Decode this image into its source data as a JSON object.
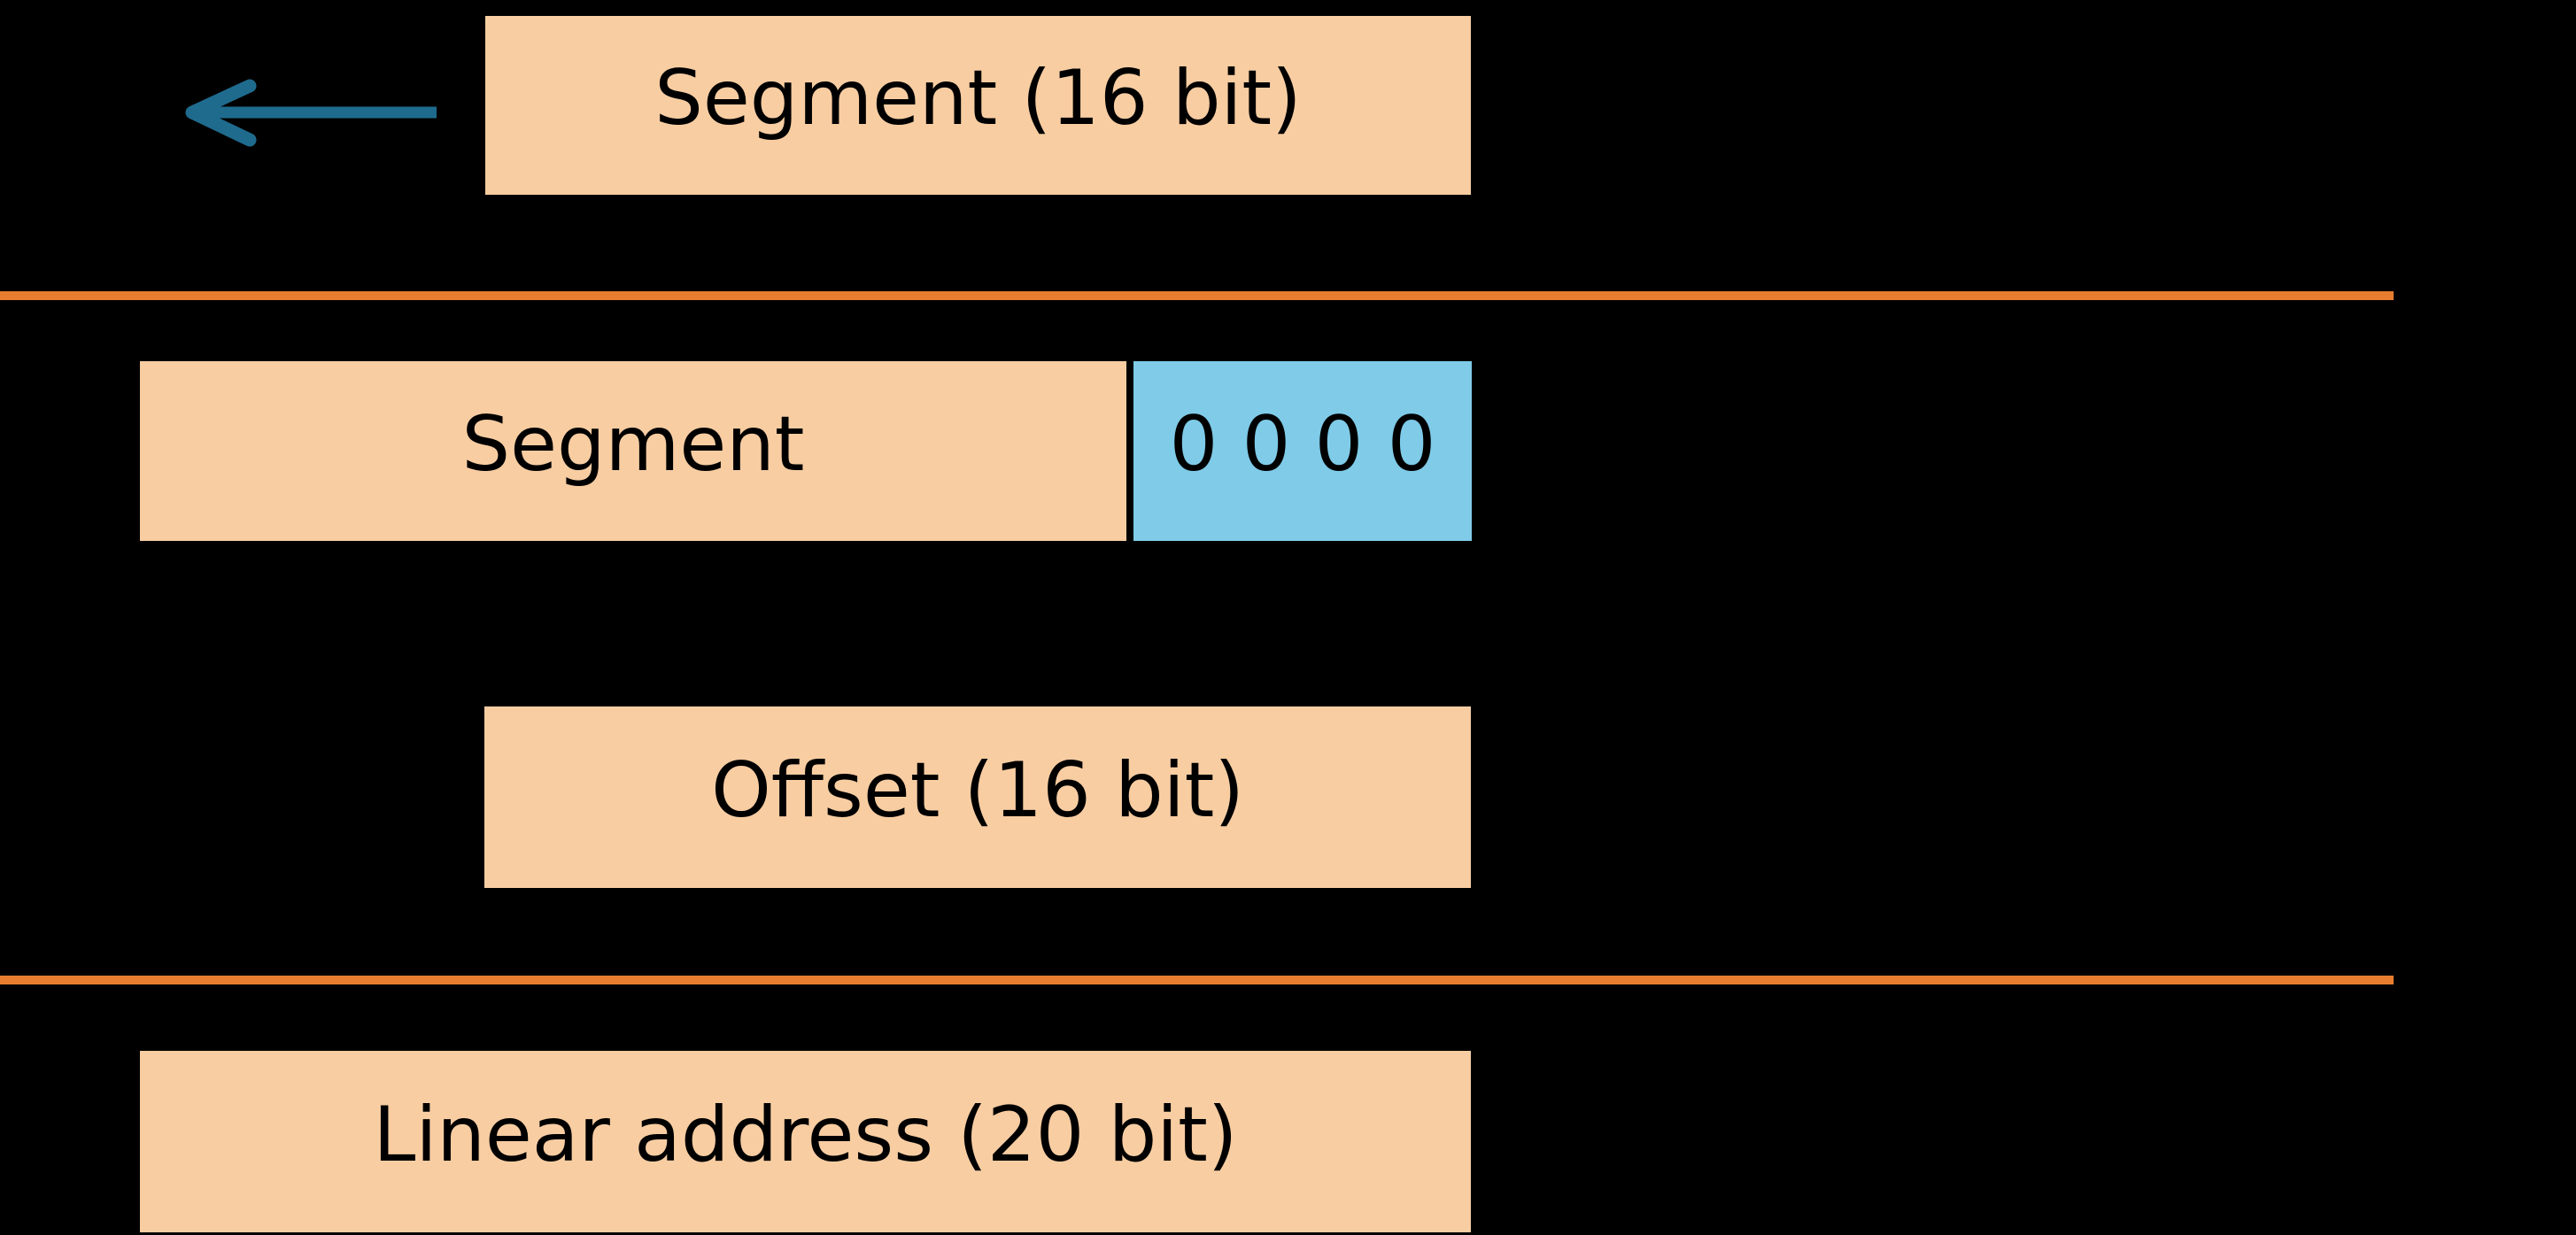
{
  "diagram": {
    "title_semantic": "real-mode-segment-to-linear-address-translation",
    "top_box_label": "Segment (16 bit)",
    "segment_box_label": "Segment",
    "zeros_box_label": "0 0 0 0",
    "offset_box_label": "Offset (16 bit)",
    "linear_box_label": "Linear address (20 bit)",
    "arrow_icon": "left-arrow"
  },
  "colors": {
    "background": "#000000",
    "box_fill": "#F8CDA2",
    "zeros_fill": "#7FCBE8",
    "divider_line": "#E87C2F",
    "arrow": "#1F6B8E",
    "label_text": "#000000"
  }
}
